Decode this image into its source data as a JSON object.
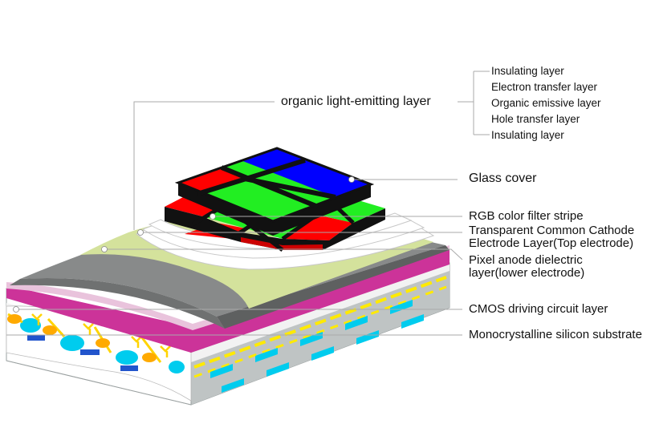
{
  "sub_layers": [
    "Insulating layer",
    "Electron transfer layer",
    "Organic emissive layer",
    "Hole transfer layer",
    "Insulating layer"
  ],
  "labels": {
    "organic_layer": "organic light-emitting layer",
    "glass_cover": "Glass cover",
    "rgb_filter": "RGB color filter stripe",
    "cathode_line1": "Transparent Common Cathode",
    "cathode_line2": "Electrode Layer(Top electrode)",
    "anode_line1": "Pixel anode dielectric",
    "anode_line2": "layer(lower electrode)",
    "cmos": "CMOS driving circuit layer",
    "substrate": "Monocrystalline silicon substrate"
  },
  "colors": {
    "filter_red": "#ff0000",
    "filter_green": "#22ee22",
    "filter_blue": "#0000ff",
    "cathode_film": "#d4e29c",
    "magenta_layer": "#cc3399",
    "cmos_yellow": "#ffea00",
    "cmos_cyan": "#00ccee",
    "substrate_grey": "#c9cccc"
  }
}
